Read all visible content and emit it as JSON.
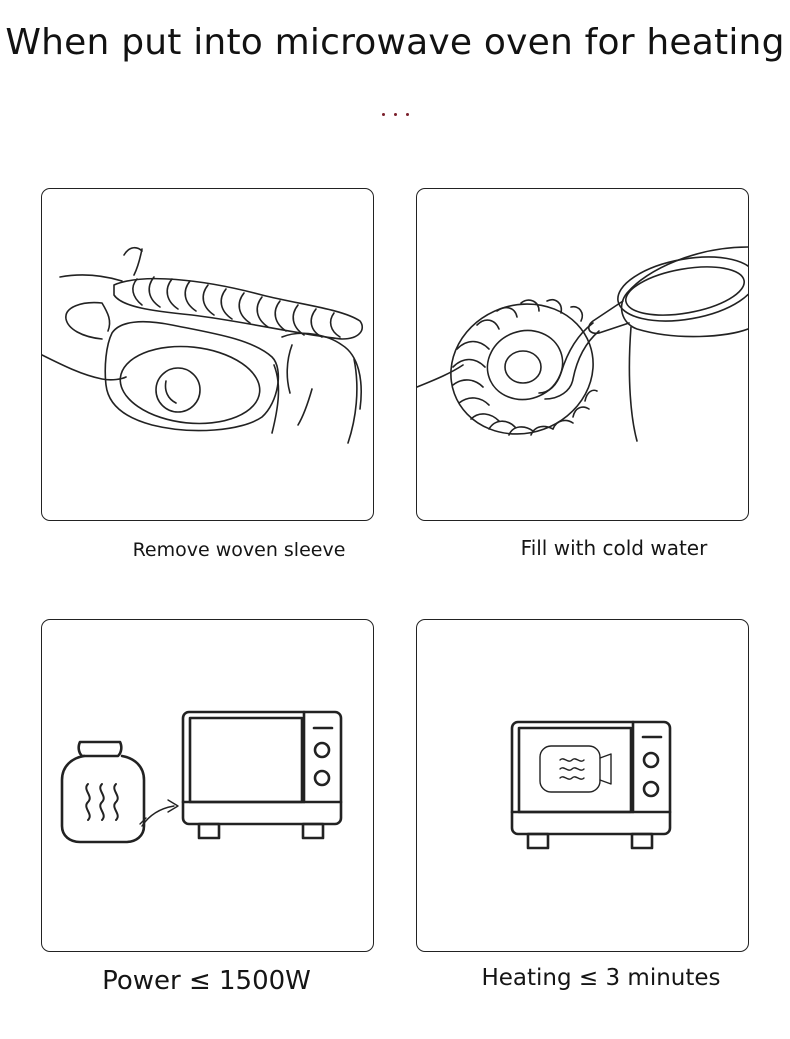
{
  "page": {
    "title": "When put into microwave oven for heating"
  },
  "steps": [
    {
      "caption": "Remove woven sleeve",
      "icon": "hand-removing-sleeve-icon"
    },
    {
      "caption": "Fill with cold water",
      "icon": "kettle-pouring-water-icon"
    },
    {
      "caption": "Power ≤ 1500W",
      "icon": "bottle-into-microwave-icon"
    },
    {
      "caption": "Heating ≤ 3 minutes",
      "icon": "microwave-heating-bottle-icon"
    }
  ],
  "colors": {
    "line": "#222222",
    "dots": "#7a1f2b",
    "background": "#ffffff"
  }
}
